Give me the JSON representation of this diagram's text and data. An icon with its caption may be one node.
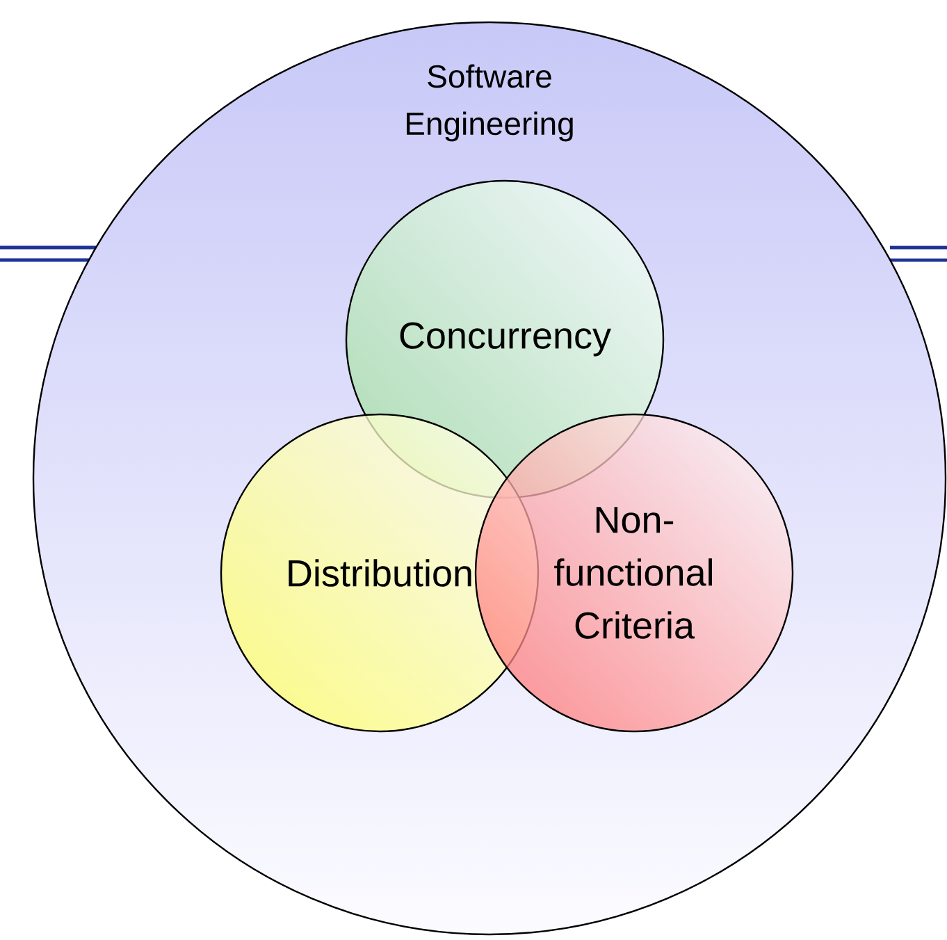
{
  "diagram": {
    "nodes": [
      {
        "text": [
          "Software Engineering"
        ]
      },
      {
        "text": [
          "Concurrency"
        ],
        "in": 0
      },
      {
        "text": [
          "Distribution"
        ],
        "in": 0
      },
      {
        "text": [
          "Non-functional Criteria"
        ],
        "in": 0
      }
    ]
  }
}
